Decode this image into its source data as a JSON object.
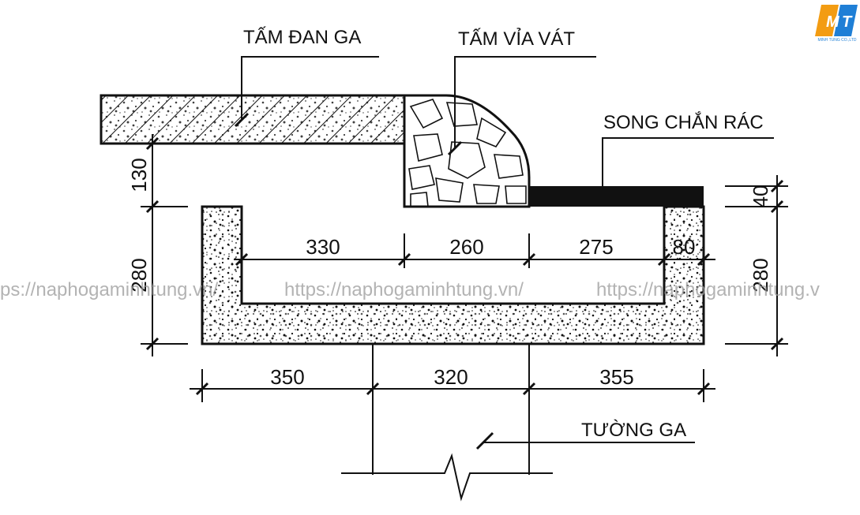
{
  "labels": {
    "slab": "TẤM ĐAN GA",
    "curb": "TẤM VỈA VÁT",
    "grate": "SONG CHẮN RÁC",
    "wall": "TƯỜNG GA"
  },
  "dimensions": {
    "top": [
      "330",
      "260",
      "275",
      "80"
    ],
    "bottom": [
      "350",
      "320",
      "355"
    ],
    "left_upper": "130",
    "left_lower": "280",
    "right_upper": "40",
    "right_lower": "280"
  },
  "watermark": {
    "left": "ps://naphogaminhtung.vn/",
    "center": "https://naphogaminhtung.vn/",
    "right": "https://naphogaminhtung.v"
  },
  "logo": {
    "letters": [
      "M",
      "T"
    ],
    "company": "MINH TUNG CO.,LTD"
  },
  "colors": {
    "line": "#111111",
    "watermark": "#9a9a9a",
    "logo_orange": "#f39c12",
    "logo_blue": "#1f7fd6"
  }
}
